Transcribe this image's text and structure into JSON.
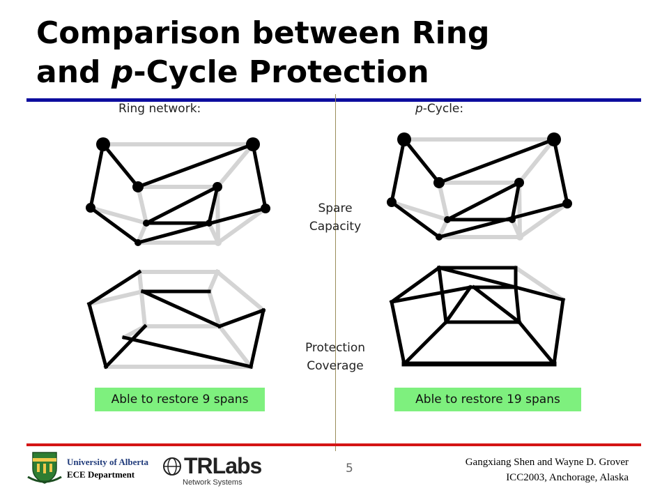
{
  "title": {
    "line1": "Comparison between Ring",
    "line2_prefix": "and ",
    "line2_italic": "p",
    "line2_suffix": "-Cycle Protection"
  },
  "left_header": "Ring network:",
  "right_header_italic": "p",
  "right_header_suffix": "-Cycle:",
  "middle_labels": {
    "spare_line1": "Spare",
    "spare_line2": "Capacity",
    "protect_line1": "Protection",
    "protect_line2": "Coverage"
  },
  "badges": {
    "left": "Able to restore 9 spans",
    "right": "Able to restore 19 spans"
  },
  "colors": {
    "accent_green": "#7ef07e",
    "rule_blue": "#0d0d9e",
    "rule_red": "#d41515"
  },
  "page_number": "5",
  "footer": {
    "university": "University of Alberta",
    "department": "ECE Department",
    "logo_name": "TRLabs",
    "logo_sub": "Network Systems",
    "author_line": "Gangxiang Shen and Wayne D. Grover",
    "venue_line": "ICC2003, Anchorage, Alaska"
  }
}
